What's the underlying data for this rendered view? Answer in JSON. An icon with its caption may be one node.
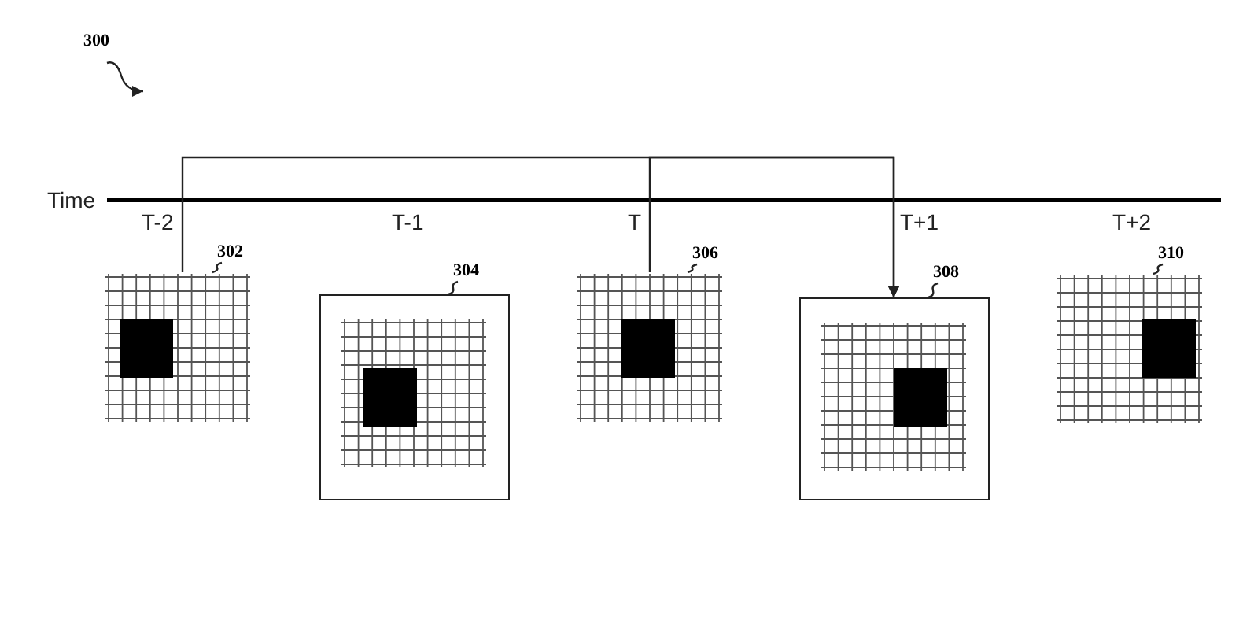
{
  "diagram": {
    "nodes": [
      {
        "text": [],
        "shape": "picture"
      },
      {
        "text": [],
        "shape": "picture"
      },
      {
        "text": [],
        "shape": "picture"
      },
      {
        "text": [],
        "shape": "picture"
      },
      {
        "text": [],
        "shape": "picture"
      },
      {
        "text": [
          "302"
        ]
      },
      {
        "text": [
          "304"
        ]
      },
      {
        "text": [
          "306"
        ]
      },
      {
        "text": [
          "308"
        ]
      },
      {
        "text": [
          "310"
        ]
      },
      {
        "text": [
          "300"
        ]
      }
    ],
    "edges": [
      {
        "from": 0,
        "to": 3,
        "arrow": "to"
      },
      {
        "from": 2,
        "to": 3,
        "arrow": "to"
      },
      {
        "from": 5,
        "to": 0,
        "arrow": "none"
      },
      {
        "from": 6,
        "to": 1,
        "arrow": "none"
      },
      {
        "from": 7,
        "to": 2,
        "arrow": "none"
      },
      {
        "from": 8,
        "to": 3,
        "arrow": "none"
      },
      {
        "from": 9,
        "to": 4,
        "arrow": "none"
      },
      {
        "from": 10,
        "to": null,
        "arrow": "to"
      }
    ],
    "labels": [
      "Time",
      "T-2",
      "T-1",
      "T",
      "T+1",
      "T+2"
    ]
  }
}
